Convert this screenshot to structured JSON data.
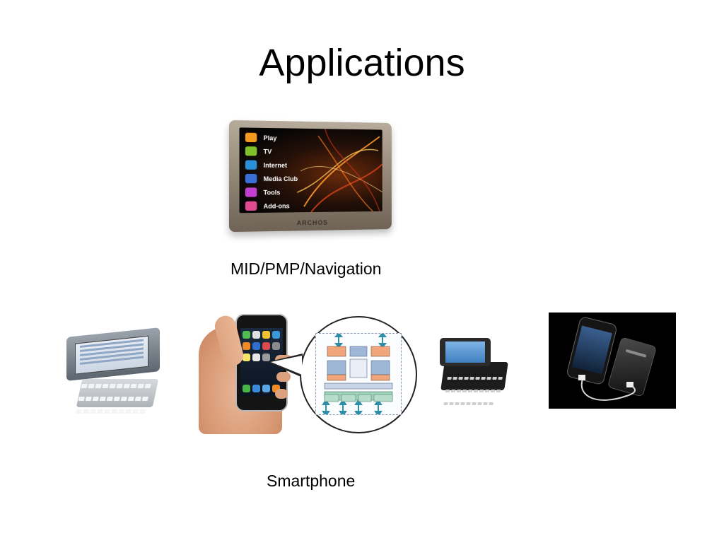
{
  "slide": {
    "title": "Applications",
    "captions": {
      "mid": "MID/PMP/Navigation",
      "smartphone": "Smartphone"
    }
  },
  "images": {
    "archos": {
      "menu": [
        {
          "label": "Play",
          "icon_color": "#f29a1d"
        },
        {
          "label": "TV",
          "icon_color": "#7fbf2a"
        },
        {
          "label": "Internet",
          "icon_color": "#2a8fd6"
        },
        {
          "label": "Media Club",
          "icon_color": "#3b6fd8"
        },
        {
          "label": "Tools",
          "icon_color": "#c23fd0"
        },
        {
          "label": "Add-ons",
          "icon_color": "#e04a90"
        }
      ],
      "brand": "ARCHOS"
    }
  },
  "colors": {
    "background": "#ffffff",
    "text": "#000000"
  }
}
